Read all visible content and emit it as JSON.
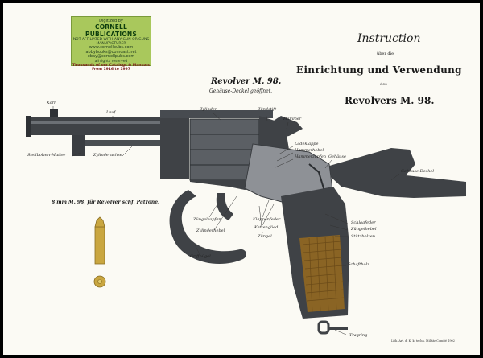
{
  "stamp": {
    "line1": "Digitized by",
    "line2": "CORNELL PUBLICATIONS",
    "line3": "NOT AFFILIATED WITH ANY GUN OR GUNS MANUFACTURER",
    "line4": "www.cornellpubs.com",
    "line5": "abbybooks@comcast.net",
    "line6": "ebay@cornellpubs.com",
    "line7": "all rights reserved",
    "line8": "Thousands of our Catalogs & Manuals",
    "line9": "From 1916 to 1997"
  },
  "title": {
    "line1": "Instruction",
    "line2": "über die",
    "line3": "Einrichtung und Verwendung",
    "line4": "des",
    "line5": "Revolvers M. 98."
  },
  "subtitle": {
    "main": "Revolver M. 98.",
    "sub": "Gehäuse-Deckel geöffnet."
  },
  "cartridge_caption": "8 mm M. 98, für Revolver schf. Patrone.",
  "labels": {
    "korn": "Korn",
    "lauf": "Lauf",
    "zylinder": "Zylinder",
    "zuendstift": "Zündstift",
    "hammer": "Hammer",
    "ladeklappe": "Ladeklappe",
    "hammerhebel": "Hammerhebel",
    "hammerzapfen": "Hammerzapfen",
    "gehaeuse": "Gehäuse",
    "gehaeuse_deckel": "Gehäuse-Deckel",
    "stellbolzen_mutter": "Stellbolzen-Mutter",
    "zylinderachse": "Zylinderachse",
    "zuengelzapfen": "Züngelzapfen",
    "zylinderhebel": "Zylinderhebel",
    "klappenfeder": "Klappenfeder",
    "kettenglied": "Kettenglied",
    "zuengel": "Züngel",
    "schlagfeder": "Schlagfeder",
    "zuengelhebel": "Züngelhebel",
    "stuetzbolzen": "Stützbolzen",
    "griffbuegel": "Griffbügel",
    "schaftholz": "Schaftholz",
    "tragring": "Tragring"
  },
  "footer": "Lith. Art. d. K. k. techn. Militär-Comité 1902",
  "colors": {
    "paper": "#fbfaf4",
    "steel": "#3f4246",
    "steel_light": "#6c7075",
    "wood": "#8a6424",
    "brass": "#c9a640",
    "stamp": "#a9c85c"
  }
}
